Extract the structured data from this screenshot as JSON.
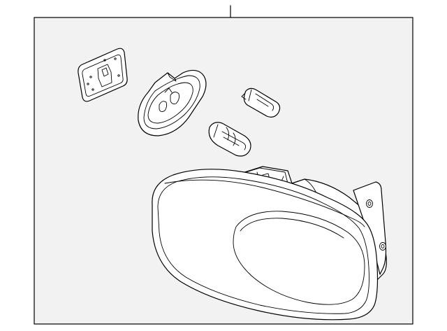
{
  "diagram": {
    "kind": "exploded-parts-illustration",
    "colors": {
      "background": "#ffffff",
      "panel_fill": "#f2f2f2",
      "line": "#000000"
    },
    "parts": [
      {
        "name": "socket-gasket"
      },
      {
        "name": "bulb-socket"
      },
      {
        "name": "wedge-bulb-small"
      },
      {
        "name": "wedge-bulb-large"
      },
      {
        "name": "lamp-assembly"
      }
    ]
  }
}
